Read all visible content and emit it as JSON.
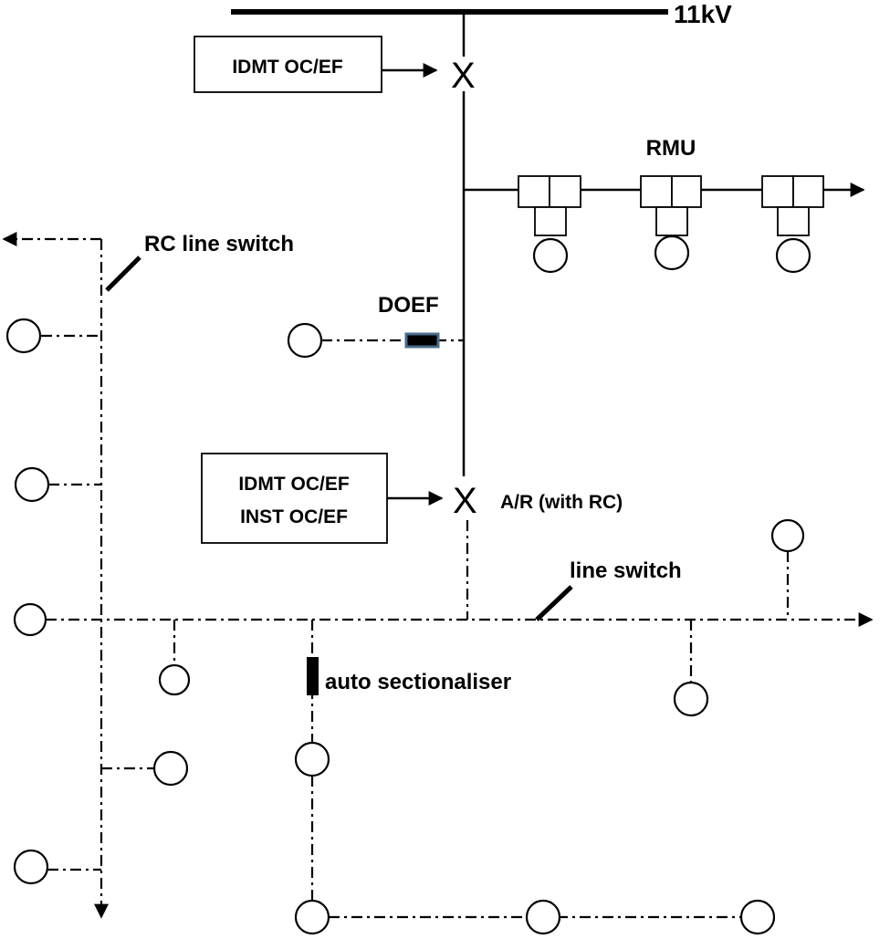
{
  "labels": {
    "busbar": "11kV",
    "rmu": "RMU",
    "rc_line_switch": "RC line switch",
    "doef": "DOEF",
    "ar": "A/R (with RC)",
    "line_switch": "line switch",
    "auto_sectionaliser": "auto sectionaliser"
  },
  "relay_boxes": {
    "top": [
      "IDMT OC/EF"
    ],
    "bottom": [
      "IDMT OC/EF",
      "INST OC/EF"
    ]
  },
  "symbols": {
    "breaker": "X",
    "breaker_icon": "cross-icon",
    "arrow_icon": "arrowhead-icon",
    "node_icon": "circle-icon"
  },
  "colors": {
    "line": "#000000",
    "doef_border": "#4a6c8c"
  }
}
